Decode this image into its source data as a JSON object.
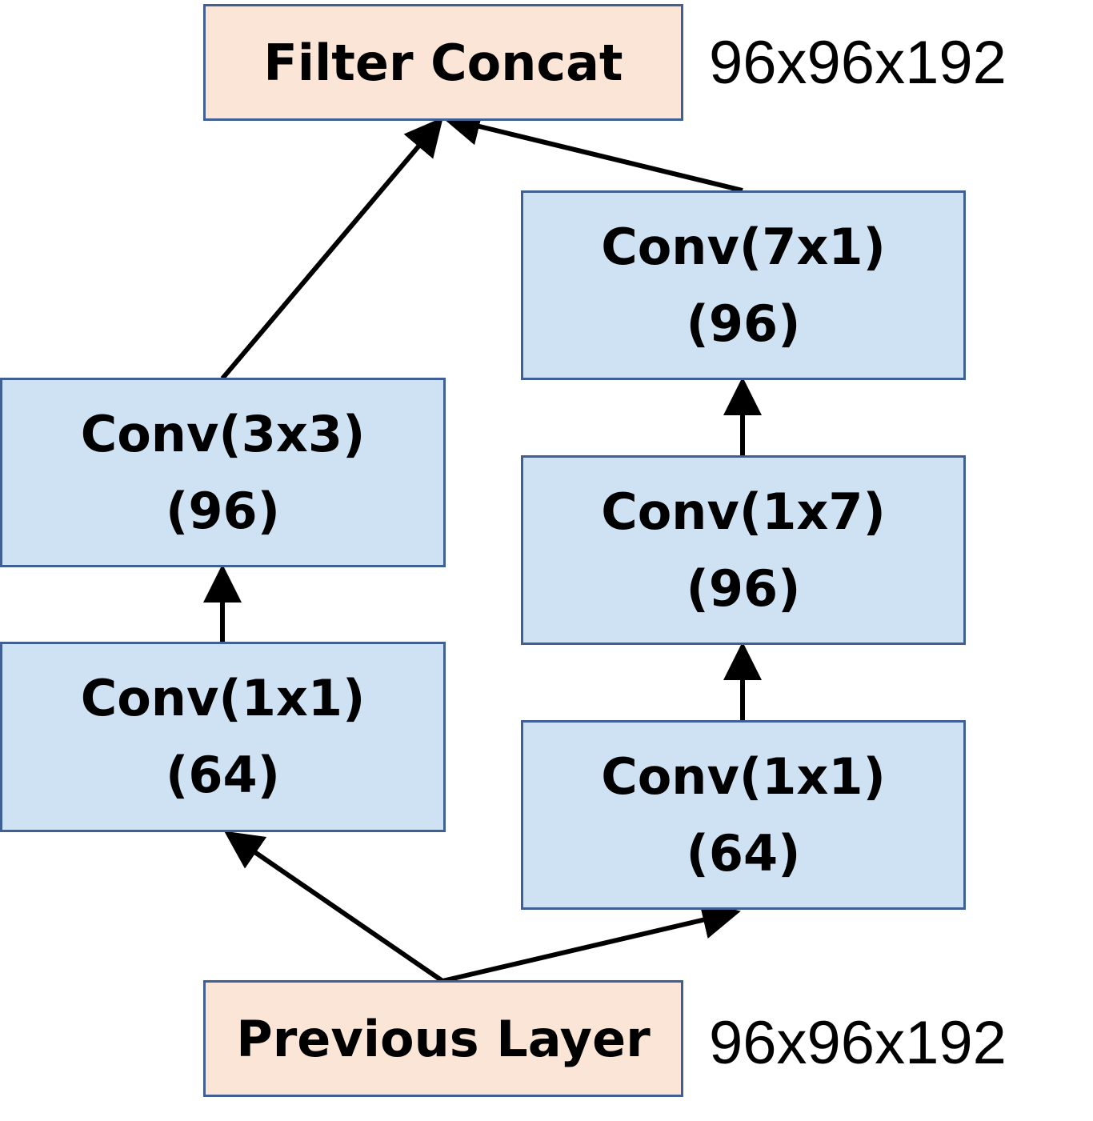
{
  "nodes": {
    "filter_concat": {
      "label": "Filter Concat",
      "dims": "96x96x192"
    },
    "previous_layer": {
      "label": "Previous Layer",
      "dims": "96x96x192"
    },
    "left_conv_3x3": {
      "line1": "Conv(3x3)",
      "line2": "(96)"
    },
    "left_conv_1x1": {
      "line1": "Conv(1x1)",
      "line2": "(64)"
    },
    "right_conv_7x1": {
      "line1": "Conv(7x1)",
      "line2": "(96)"
    },
    "right_conv_1x7": {
      "line1": "Conv(1x7)",
      "line2": "(96)"
    },
    "right_conv_1x1": {
      "line1": "Conv(1x1)",
      "line2": "(64)"
    }
  },
  "edges": [
    {
      "from": "previous_layer",
      "to": "left_conv_1x1"
    },
    {
      "from": "previous_layer",
      "to": "right_conv_1x1"
    },
    {
      "from": "left_conv_1x1",
      "to": "left_conv_3x3"
    },
    {
      "from": "right_conv_1x1",
      "to": "right_conv_1x7"
    },
    {
      "from": "right_conv_1x7",
      "to": "right_conv_7x1"
    },
    {
      "from": "left_conv_3x3",
      "to": "filter_concat"
    },
    {
      "from": "right_conv_7x1",
      "to": "filter_concat"
    }
  ],
  "colors": {
    "io_fill": "#fbe5d6",
    "conv_fill": "#cfe2f3",
    "border": "#3f5f95",
    "arrow": "#000000"
  }
}
